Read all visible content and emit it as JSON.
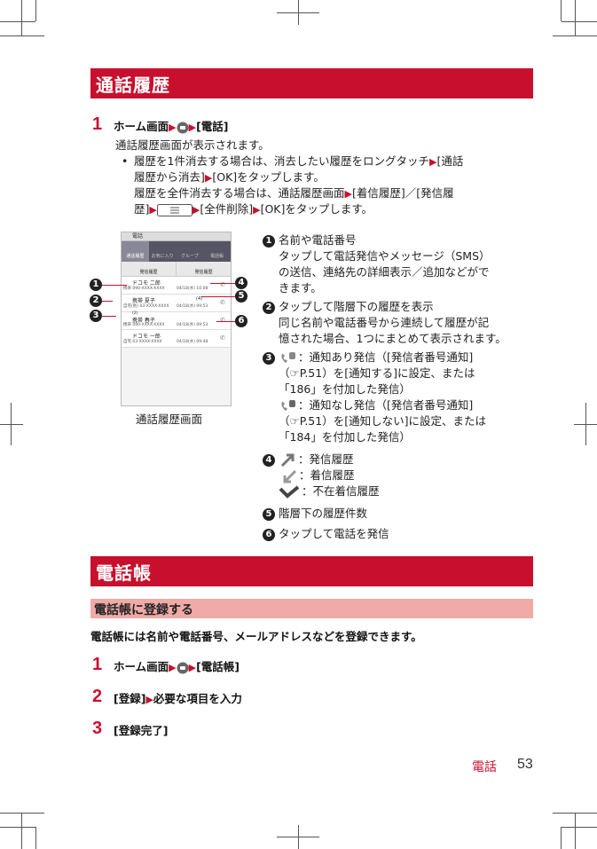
{
  "section1": {
    "title": "通話履歴",
    "step1": {
      "num": "1",
      "text_a": "ホーム画面",
      "text_b": "[電話]"
    },
    "desc": "通話履歴画面が表示されます。",
    "bullet": {
      "line1a": "履歴を1件消去する場合は、消去したい履歴をロングタッチ",
      "line1b": "[通話",
      "line2": "履歴から消去]",
      "line2b": "[OK]をタップします。",
      "line3": "履歴を全件消去する場合は、通話履歴画面",
      "line3b": "[着信履歴]／[発信履",
      "line4a": "歴]",
      "line4b": "[全件削除]",
      "line4c": "[OK]をタップします。"
    },
    "screen": {
      "header": "電話",
      "tabs": [
        "通話履歴",
        "お気に入り",
        "グループ",
        "電話帳"
      ],
      "sub_tabs": [
        "発信履歴",
        "発信履歴"
      ],
      "rows": [
        {
          "name": "ドコモ 二郎",
          "number": "携帯 090-XXXX-XXXX",
          "date": "04/18(水) 10:08"
        },
        {
          "name": "携帯 夏子",
          "number": "自宅(他) 03-XXXX-XXXX",
          "date": "04/18(水) 09:53",
          "count": "(4)"
        },
        {
          "name": "携帯 春子",
          "number": "携帯 090-XXXX-XXXX",
          "date": "04/18(水) 09:53",
          "tag": "(2)"
        },
        {
          "name": "ドコモ 一郎",
          "number": "自宅 03-XXXX-XXXX",
          "date": "04/18(水) 09:48"
        }
      ],
      "caption": "通話履歴画面"
    },
    "notes": {
      "n1_title": "名前や電話番号",
      "n1_l1": "タップして電話発信やメッセージ（SMS）",
      "n1_l2": "の送信、連絡先の詳細表示／追加などがで",
      "n1_l3": "きます。",
      "n2_title": "タップして階層下の履歴を表示",
      "n2_l1": "同じ名前や電話番号から連続して履歴が記",
      "n2_l2": "憶された場合、1つにまとめて表示されます。",
      "n3_a": "：通知あり発信（[発信者番号通知]",
      "n3_b": "（",
      "n3_c": "P.51）を[通知する]に設定、または",
      "n3_d": "「186」を付加した発信）",
      "n3_e": "：通知なし発信（[発信者番号通知]",
      "n3_f": "P.51）を[通知しない]に設定、または",
      "n3_g": "「184」を付加した発信）",
      "n4_a": "：発信履歴",
      "n4_b": "：着信履歴",
      "n4_c": "：不在着信履歴",
      "n5": "階層下の履歴件数",
      "n6": "タップして電話を発信"
    },
    "callouts": [
      "1",
      "2",
      "3",
      "4",
      "5",
      "6"
    ]
  },
  "section2": {
    "title": "電話帳",
    "sub": "電話帳に登録する",
    "intro": "電話帳には名前や電話番号、メールアドレスなどを登録できます。",
    "step1": {
      "num": "1",
      "text_a": "ホーム画面",
      "text_b": "[電話帳]"
    },
    "step2": {
      "num": "2",
      "text_a": "[登録]",
      "text_b": "必要な項目を入力"
    },
    "step3": {
      "num": "3",
      "text_a": "[登録完了]"
    }
  },
  "footer": {
    "label": "電話",
    "page": "53"
  },
  "colors": {
    "accent": "#c8102e",
    "sub_bar": "#f0aaa7"
  },
  "icons": [
    "arrow-right-icon",
    "phone-key-icon",
    "menu-key-icon",
    "outgoing-call-icon",
    "incoming-call-icon",
    "missed-call-icon",
    "phone-icon",
    "reference-icon"
  ]
}
